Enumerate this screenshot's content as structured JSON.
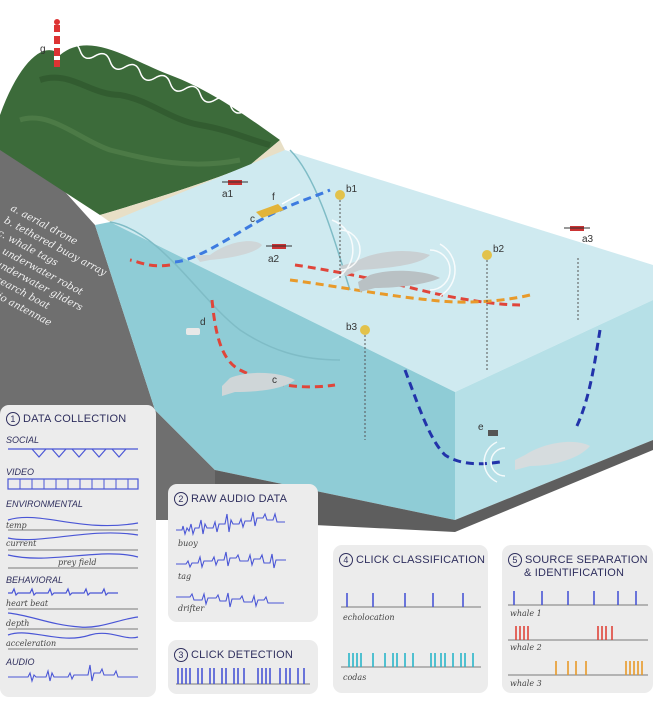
{
  "legend": {
    "items": [
      "a. aerial drone",
      "b. tethered buoy array",
      "c. whale tags",
      "d. underwater robot",
      "e. underwater gliders",
      "f. research boat",
      "g. radio antennae"
    ]
  },
  "markers": [
    "a1",
    "a2",
    "a3",
    "b1",
    "b2",
    "b3",
    "c",
    "c",
    "d",
    "e",
    "f",
    "g"
  ],
  "panels": {
    "p1": {
      "number": "1",
      "title": "DATA COLLECTION",
      "sections": {
        "social": "SOCIAL",
        "video": "VIDEO",
        "environmental": "ENVIRONMENTAL",
        "temp": "temp",
        "current": "current",
        "prey": "prey field",
        "behavioral": "BEHAVIORAL",
        "heart": "heart beat",
        "depth": "depth",
        "accel": "acceleration",
        "audio": "AUDIO"
      }
    },
    "p2": {
      "number": "2",
      "title": "RAW AUDIO DATA",
      "tracks": [
        "buoy",
        "tag",
        "drifter"
      ]
    },
    "p3": {
      "number": "3",
      "title": "CLICK DETECTION"
    },
    "p4": {
      "number": "4",
      "title": "CLICK CLASSIFICATION",
      "rows": [
        "echolocation",
        "codas"
      ]
    },
    "p5": {
      "number": "5",
      "title_line1": "SOURCE SEPARATION",
      "title_line2": "& IDENTIFICATION",
      "rows": [
        "whale 1",
        "whale 2",
        "whale 3"
      ]
    }
  },
  "colors": {
    "accent": "#4a56d6",
    "whale2": "#e0453a",
    "whale3": "#e89a2a",
    "codas": "#2ab6c9",
    "water": "#9fd3dc",
    "rock": "#6e6e6e",
    "forest": "#3c6b3a"
  }
}
